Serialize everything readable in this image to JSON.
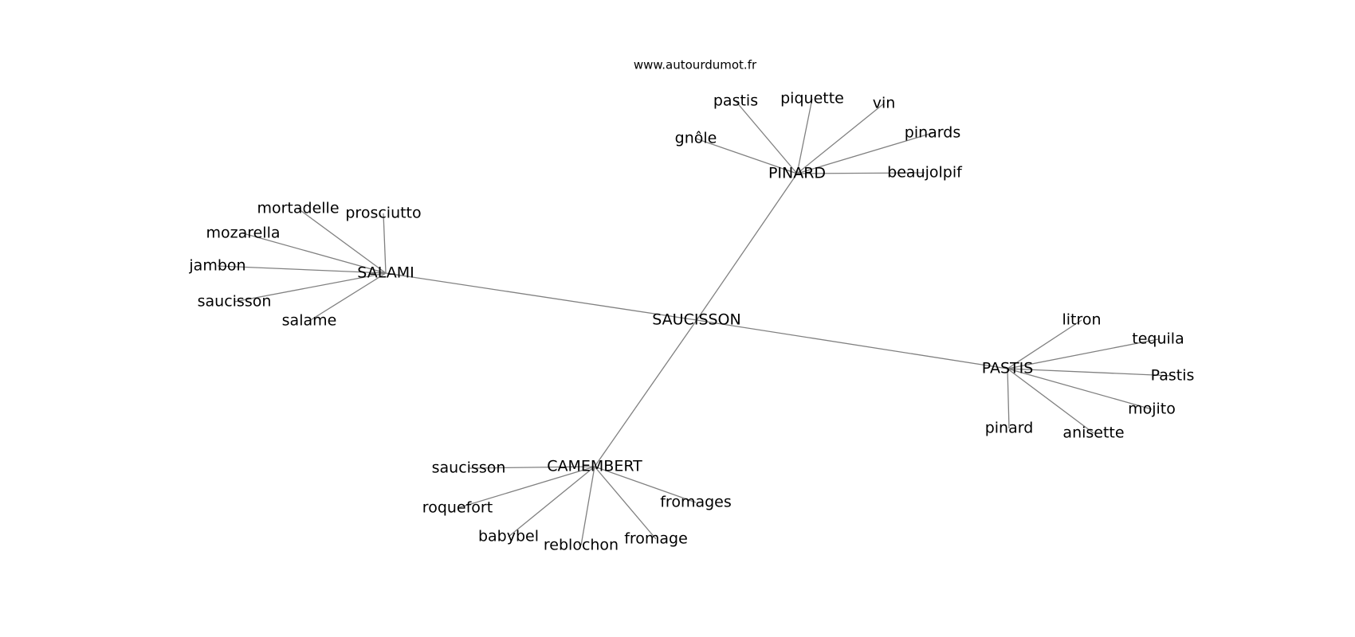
{
  "source": "www.autourdumot.fr",
  "center": "SAUCISSON",
  "clusters": [
    {
      "hub": "SALAMI",
      "leaves": [
        "mortadelle",
        "prosciutto",
        "mozarella",
        "jambon",
        "saucisson",
        "salame"
      ]
    },
    {
      "hub": "PINARD",
      "leaves": [
        "pastis",
        "piquette",
        "vin",
        "gnôle",
        "pinards",
        "beaujolpif"
      ]
    },
    {
      "hub": "PASTIS",
      "leaves": [
        "litron",
        "tequila",
        "Pastis",
        "mojito",
        "pinard",
        "anisette"
      ]
    },
    {
      "hub": "CAMEMBERT",
      "leaves": [
        "saucisson",
        "roquefort",
        "babybel",
        "reblochon",
        "fromage",
        "fromages"
      ]
    }
  ]
}
